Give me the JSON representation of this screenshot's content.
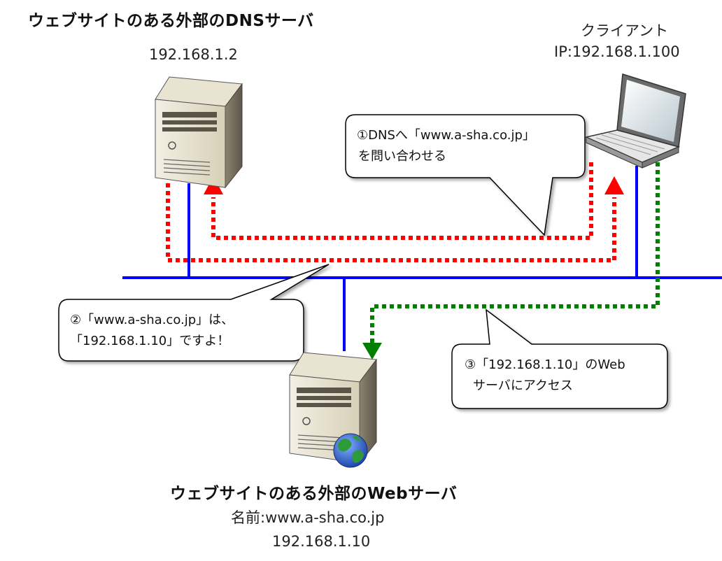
{
  "dns_server": {
    "title": "ウェブサイトのある外部のDNSサーバ",
    "ip": "192.168.1.2"
  },
  "client": {
    "label": "クライアント",
    "ip": "IP:192.168.1.100"
  },
  "web_server": {
    "title": "ウェブサイトのある外部のWebサーバ",
    "name": "名前:www.a-sha.co.jp",
    "ip": "192.168.1.10"
  },
  "steps": [
    {
      "line1": "①DNSへ「www.a-sha.co.jp」",
      "line2": "を問い合わせる"
    },
    {
      "line1": "②「www.a-sha.co.jp」は、",
      "line2": "「192.168.1.10」ですよ！"
    },
    {
      "line1": "③「192.168.1.10」のWeb",
      "line2": "サーバにアクセス"
    }
  ],
  "colors": {
    "network_line": "#0000ff",
    "dns_query_arrows": "#ff0000",
    "web_access_arrow": "#008000"
  },
  "icons": [
    "dns-server-icon",
    "laptop-icon",
    "web-server-icon",
    "globe-icon"
  ]
}
